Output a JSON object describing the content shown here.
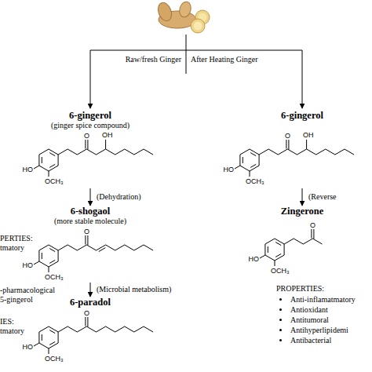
{
  "diagram": {
    "nodes": [
      {
        "text": [
          "6-gingerol",
          "(ginger spice compound)"
        ]
      },
      {
        "text": [
          "6-shogaol",
          "(more stable molecule)"
        ]
      },
      {
        "text": [
          "6-paradol"
        ]
      },
      {
        "text": [
          "6-gingerol"
        ]
      },
      {
        "text": [
          "Zingerone"
        ]
      }
    ],
    "edges": [
      {
        "from": 0,
        "to": 1,
        "label": "(Dehydration)",
        "arrow": "to"
      },
      {
        "from": 1,
        "to": 2,
        "label": "(Microbial metabolism)",
        "arrow": "to"
      },
      {
        "from": 3,
        "to": 4,
        "label": "(Reverse",
        "arrow": "to"
      }
    ],
    "labels": [
      "Raw/fresh Ginger",
      "After Heating Ginger",
      "O",
      "OH",
      "HO",
      "OCH₃",
      "O",
      "HO",
      "OCH₃",
      "PERTIES:",
      "tmatory",
      "-pharmacological",
      "5-gingerol",
      "O",
      "HO",
      "OCH₃",
      "IES:",
      "tmatory",
      "O",
      "OH",
      "HO",
      "OCH₃",
      "O",
      "HO",
      "OCH₃",
      "PROPERTIES:",
      "Anti-inflamatmatory",
      "Antioxidant",
      "Antitumoral",
      "Antihyperlipidemi",
      "Antibacterial"
    ]
  }
}
